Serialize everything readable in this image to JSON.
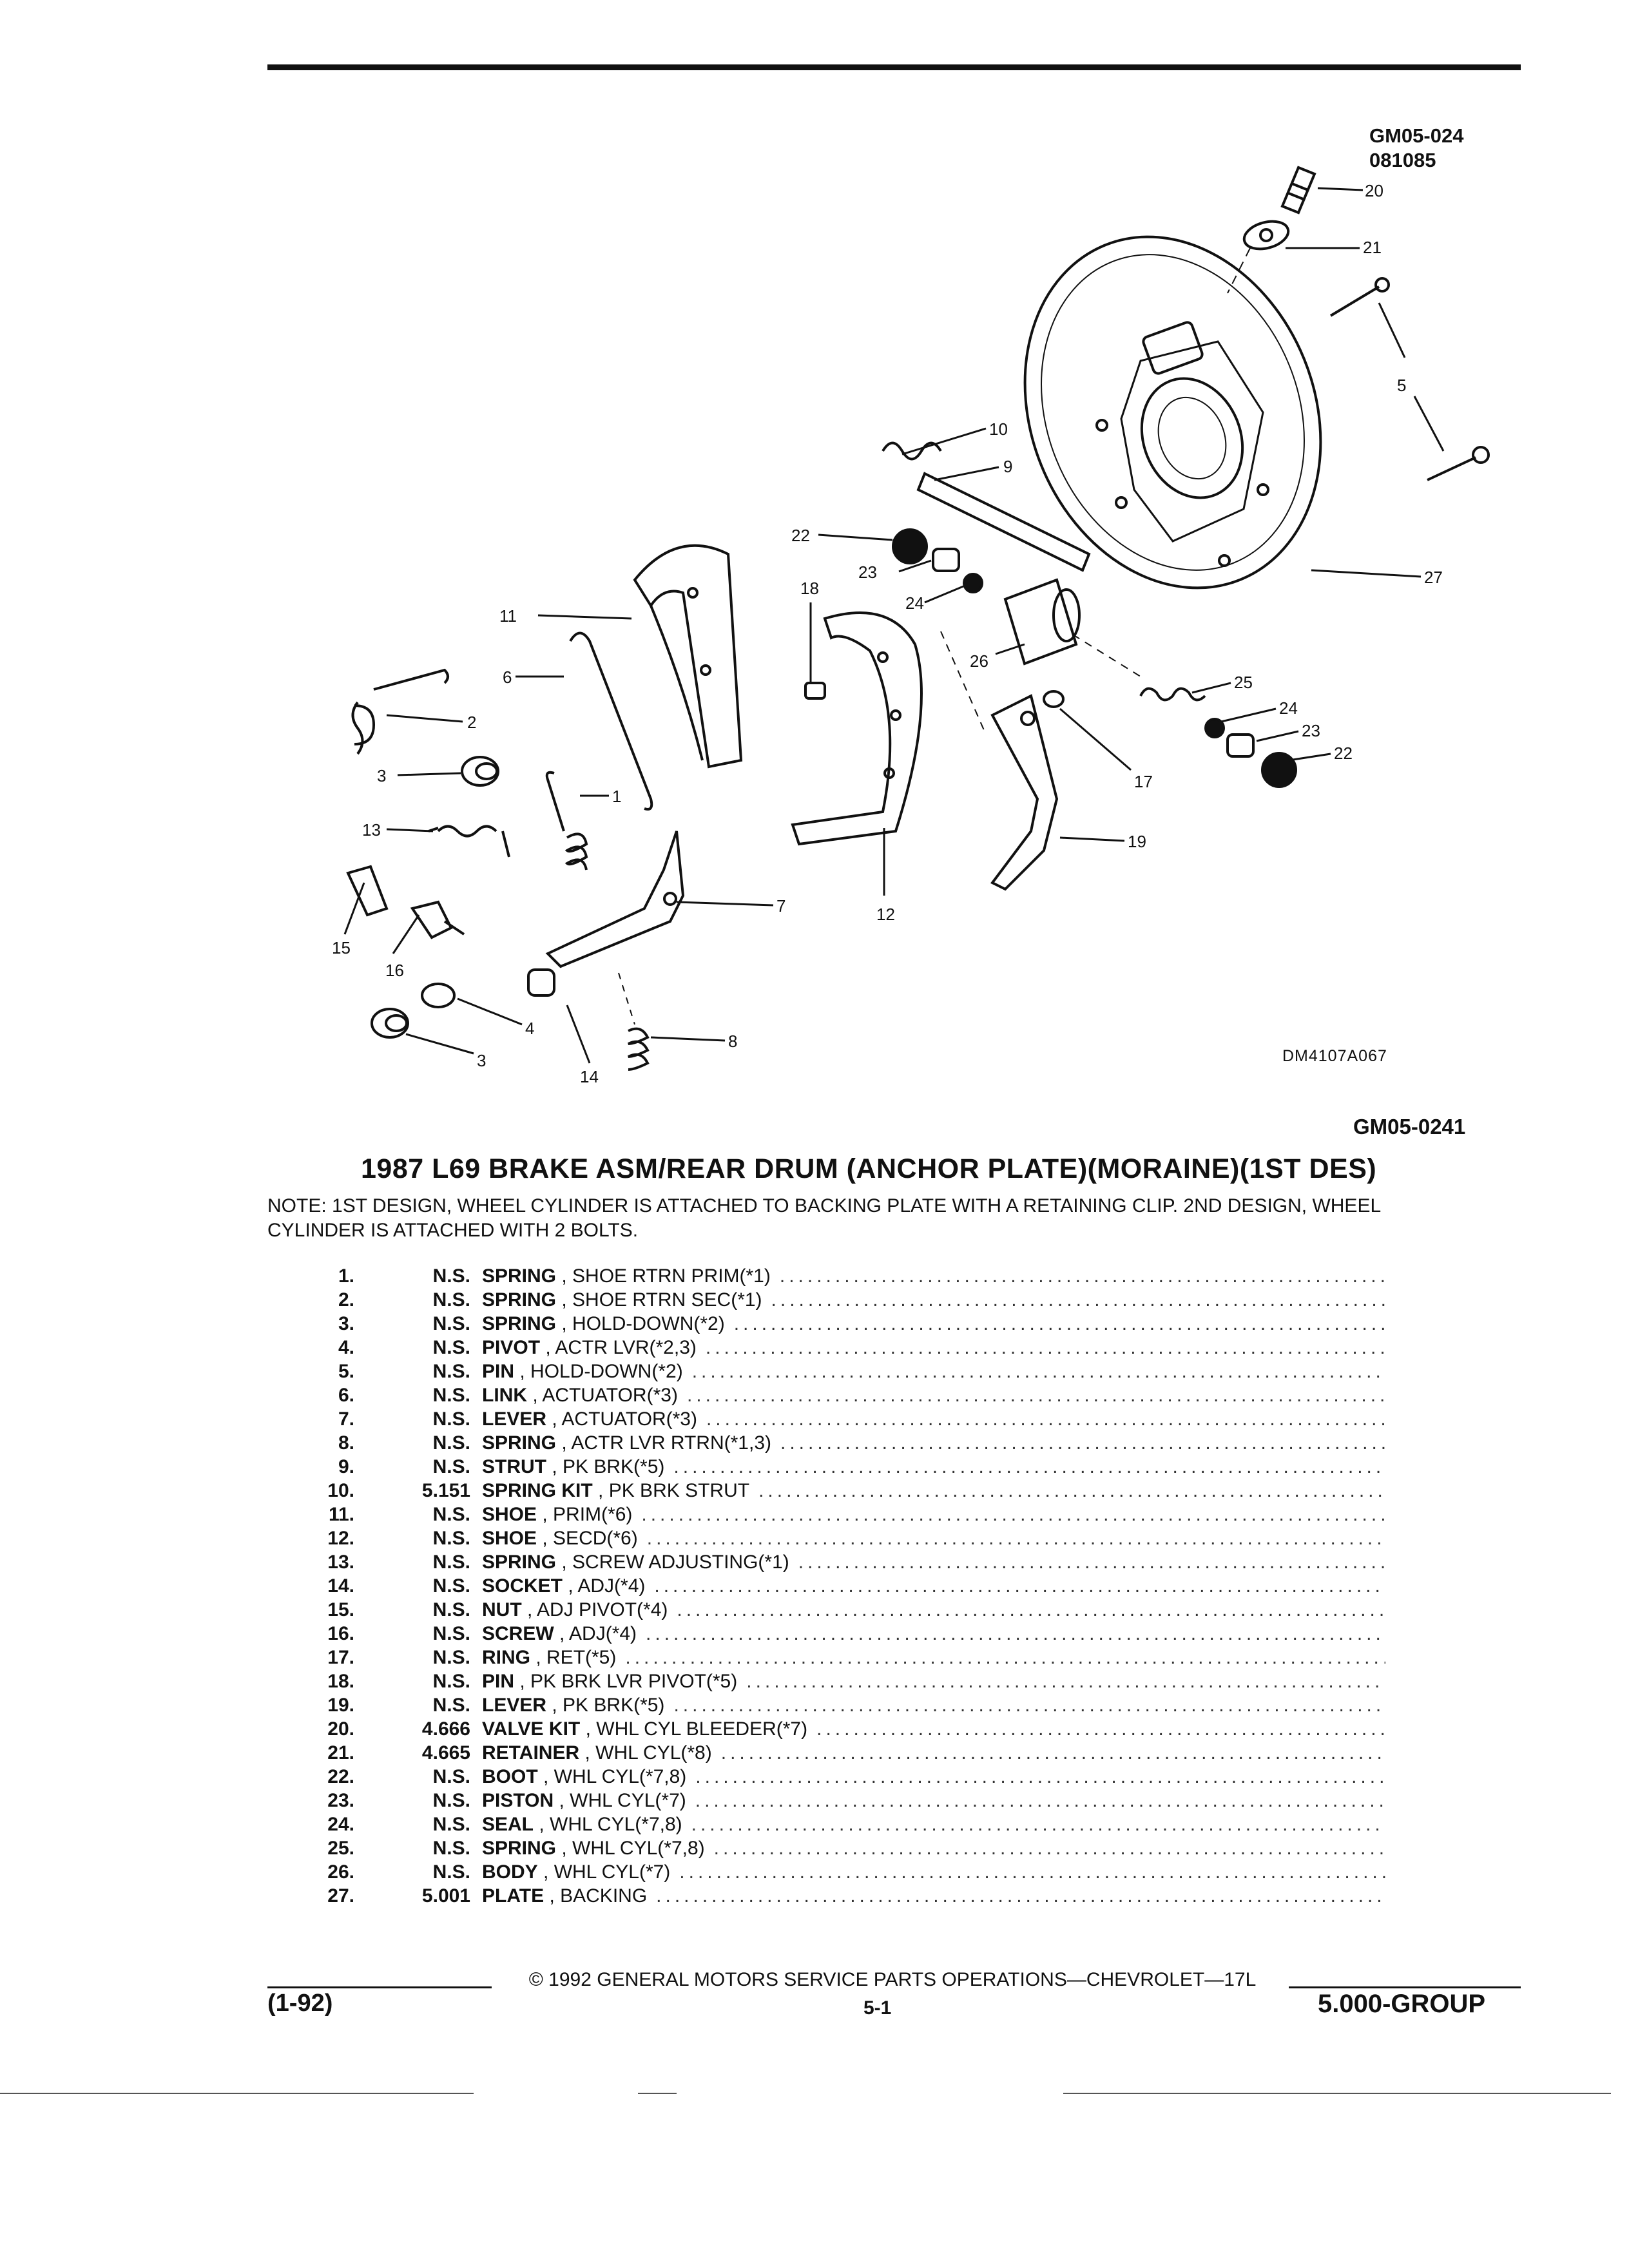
{
  "header": {
    "code_a": "GM05-024",
    "code_b": "081085"
  },
  "diagram": {
    "image_code": "DM4107A067",
    "callouts": [
      "20",
      "21",
      "5",
      "10",
      "9",
      "27",
      "22",
      "23",
      "24",
      "18",
      "11",
      "26",
      "25",
      "24",
      "23",
      "22",
      "6",
      "2",
      "17",
      "3",
      "1",
      "19",
      "13",
      "7",
      "12",
      "15",
      "16",
      "4",
      "8",
      "3",
      "14"
    ]
  },
  "section": {
    "code": "GM05-0241",
    "title": "1987 L69 BRAKE ASM/REAR DRUM (ANCHOR PLATE)(MORAINE)(1ST DES)",
    "note": "NOTE:  1ST DESIGN, WHEEL CYLINDER IS ATTACHED TO BACKING PLATE WITH A RETAINING CLIP. 2ND DESIGN, WHEEL CYLINDER IS ATTACHED WITH 2 BOLTS."
  },
  "parts": [
    {
      "num": "1.",
      "code": "N.S.",
      "name": "SPRING",
      "detail": ", SHOE RTRN PRIM(*1)"
    },
    {
      "num": "2.",
      "code": "N.S.",
      "name": "SPRING",
      "detail": ", SHOE RTRN SEC(*1)"
    },
    {
      "num": "3.",
      "code": "N.S.",
      "name": "SPRING",
      "detail": ", HOLD-DOWN(*2)"
    },
    {
      "num": "4.",
      "code": "N.S.",
      "name": "PIVOT",
      "detail": ", ACTR LVR(*2,3)"
    },
    {
      "num": "5.",
      "code": "N.S.",
      "name": "PIN",
      "detail": ", HOLD-DOWN(*2)"
    },
    {
      "num": "6.",
      "code": "N.S.",
      "name": "LINK",
      "detail": ", ACTUATOR(*3)"
    },
    {
      "num": "7.",
      "code": "N.S.",
      "name": "LEVER",
      "detail": ", ACTUATOR(*3)"
    },
    {
      "num": "8.",
      "code": "N.S.",
      "name": "SPRING",
      "detail": ", ACTR LVR RTRN(*1,3)"
    },
    {
      "num": "9.",
      "code": "N.S.",
      "name": "STRUT",
      "detail": ", PK BRK(*5)"
    },
    {
      "num": "10.",
      "code": "5.151",
      "name": "SPRING KIT",
      "detail": ", PK BRK STRUT"
    },
    {
      "num": "11.",
      "code": "N.S.",
      "name": "SHOE",
      "detail": ", PRIM(*6)"
    },
    {
      "num": "12.",
      "code": "N.S.",
      "name": "SHOE",
      "detail": ", SECD(*6)"
    },
    {
      "num": "13.",
      "code": "N.S.",
      "name": "SPRING",
      "detail": ", SCREW ADJUSTING(*1)"
    },
    {
      "num": "14.",
      "code": "N.S.",
      "name": "SOCKET",
      "detail": ", ADJ(*4)"
    },
    {
      "num": "15.",
      "code": "N.S.",
      "name": "NUT",
      "detail": ", ADJ PIVOT(*4)"
    },
    {
      "num": "16.",
      "code": "N.S.",
      "name": "SCREW",
      "detail": ", ADJ(*4)"
    },
    {
      "num": "17.",
      "code": "N.S.",
      "name": "RING",
      "detail": ", RET(*5)"
    },
    {
      "num": "18.",
      "code": "N.S.",
      "name": "PIN",
      "detail": ", PK BRK LVR PIVOT(*5)"
    },
    {
      "num": "19.",
      "code": "N.S.",
      "name": "LEVER",
      "detail": ", PK BRK(*5)"
    },
    {
      "num": "20.",
      "code": "4.666",
      "name": "VALVE KIT",
      "detail": ", WHL CYL BLEEDER(*7)"
    },
    {
      "num": "21.",
      "code": "4.665",
      "name": "RETAINER",
      "detail": ", WHL CYL(*8)"
    },
    {
      "num": "22.",
      "code": "N.S.",
      "name": "BOOT",
      "detail": ", WHL CYL(*7,8)"
    },
    {
      "num": "23.",
      "code": "N.S.",
      "name": "PISTON",
      "detail": ", WHL CYL(*7)"
    },
    {
      "num": "24.",
      "code": "N.S.",
      "name": "SEAL",
      "detail": ", WHL CYL(*7,8)"
    },
    {
      "num": "25.",
      "code": "N.S.",
      "name": "SPRING",
      "detail": ", WHL CYL(*7,8)"
    },
    {
      "num": "26.",
      "code": "N.S.",
      "name": "BODY",
      "detail": ", WHL CYL(*7)"
    },
    {
      "num": "27.",
      "code": "5.001",
      "name": "PLATE",
      "detail": ", BACKING"
    }
  ],
  "footer": {
    "copyright": "© 1992 GENERAL MOTORS SERVICE PARTS OPERATIONS—CHEVROLET—17L",
    "date": "(1-92)",
    "page": "5-1",
    "group": "5.000-GROUP"
  }
}
